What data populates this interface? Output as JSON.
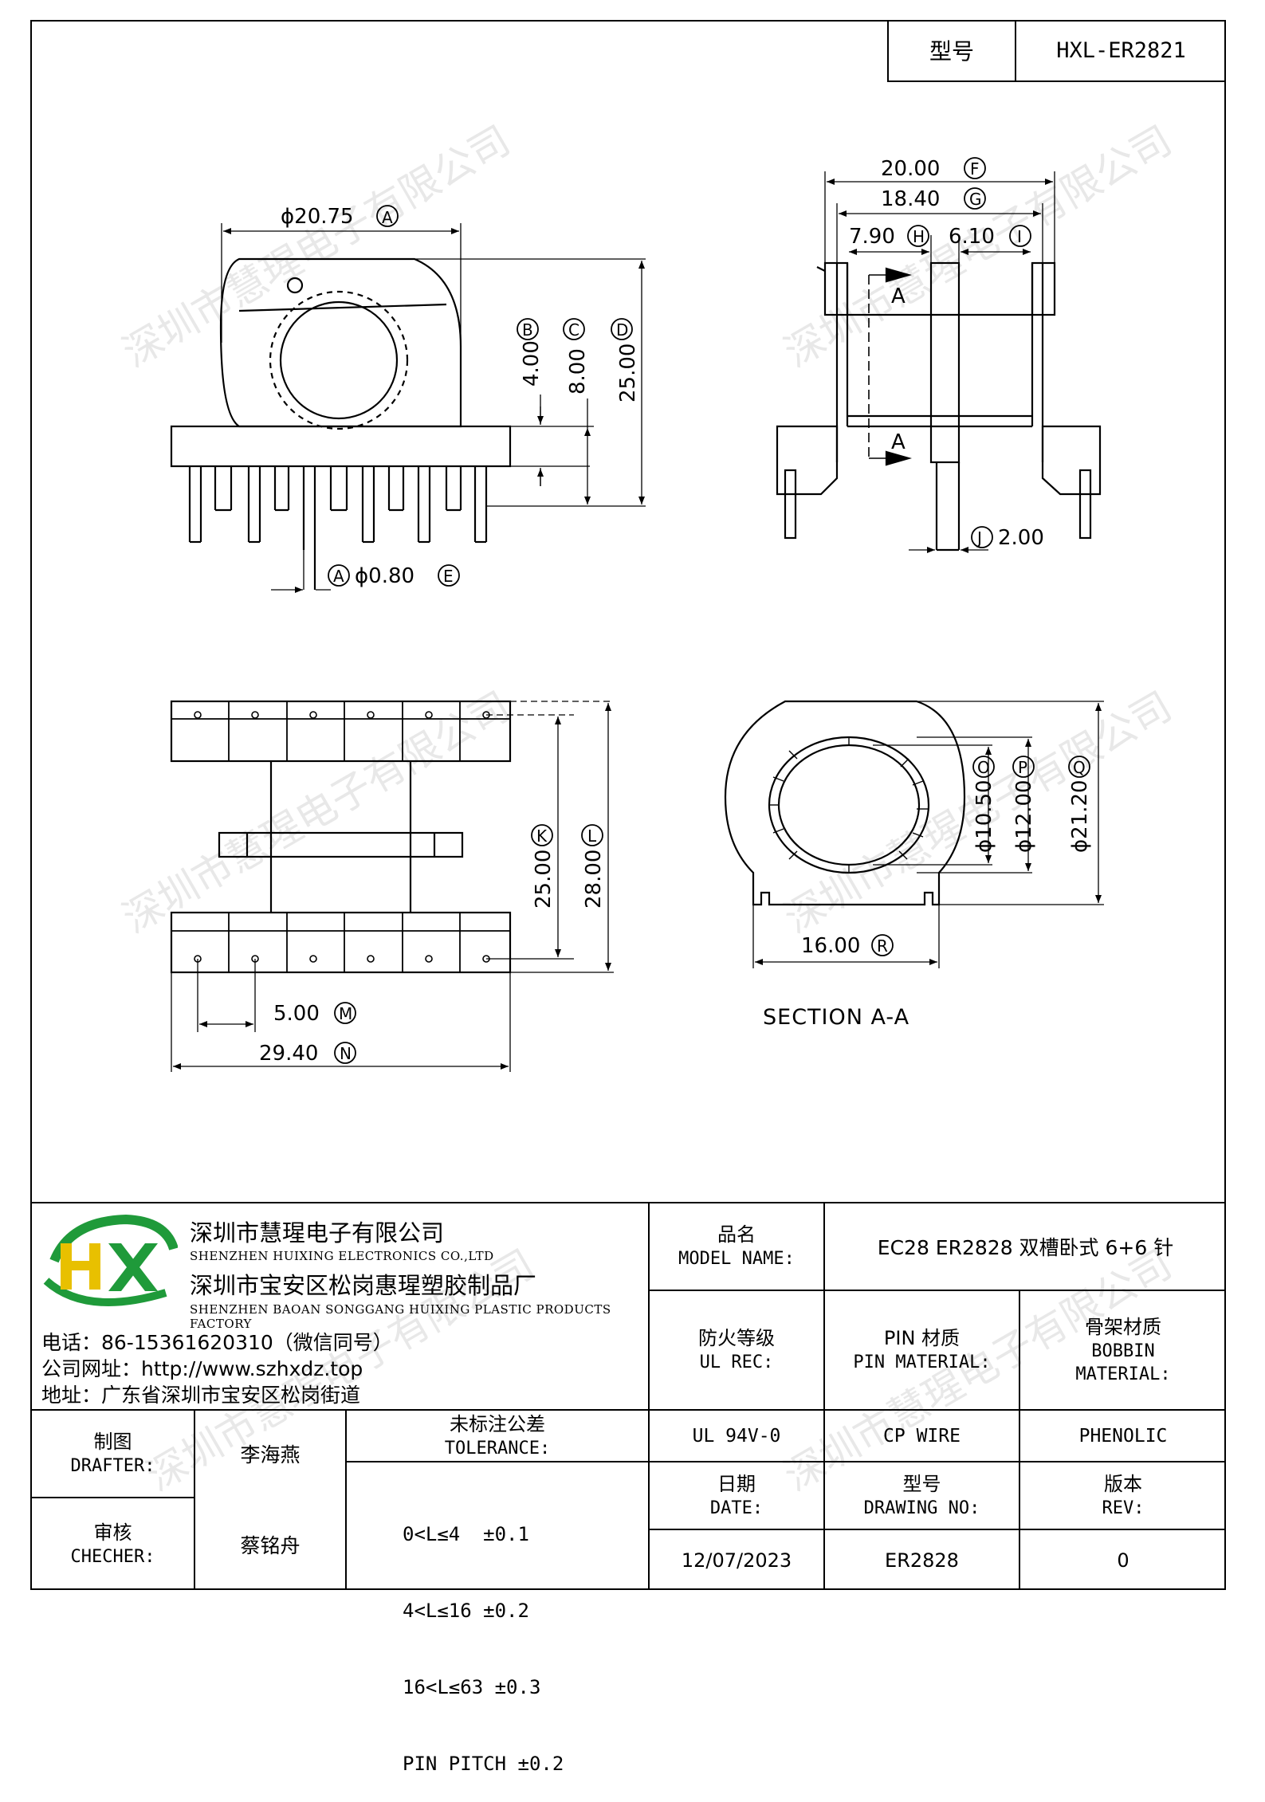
{
  "header": {
    "model_label": "型号",
    "model_value": "HXL-ER2821"
  },
  "drawing": {
    "front": {
      "A": "ϕ20.75",
      "B": "4.00",
      "C": "8.00",
      "D": "25.00",
      "E": "ϕ0.80",
      "A_ref": "A"
    },
    "side": {
      "F": "20.00",
      "G": "18.40",
      "H": "7.90",
      "I": "6.10",
      "J": "2.00",
      "section_mark": "A"
    },
    "bottom": {
      "K": "25.00",
      "L": "28.00",
      "M": "5.00",
      "N": "29.40"
    },
    "section": {
      "O": "ϕ10.50",
      "P": "ϕ12.00",
      "Q": "ϕ21.20",
      "R": "16.00",
      "title": "SECTION A-A"
    },
    "watermark": "深圳市慧瑆电子有限公司"
  },
  "company": {
    "logo_text": "HX",
    "name_cn": "深圳市慧瑆电子有限公司",
    "name_en": "SHENZHEN HUIXING ELECTRONICS CO.,LTD",
    "factory_cn": "深圳市宝安区松岗惠瑆塑胶制品厂",
    "factory_en": "SHENZHEN BAOAN SONGGANG HUIXING PLASTIC PRODUCTS FACTORY",
    "phone": "电话：86-15361620310（微信同号）",
    "website": "公司网址：http://www.szhxdz.top",
    "address": "地址：广东省深圳市宝安区松岗街道"
  },
  "title_block": {
    "model_name_label_cn": "品名",
    "model_name_label_en": "MODEL NAME:",
    "model_name_value": "EC28 ER2828 双槽卧式 6+6 针",
    "ul_label_cn": "防火等级",
    "ul_label_en": "UL REC:",
    "pin_label_cn": "PIN 材质",
    "pin_label_en": "PIN MATERIAL:",
    "bobbin_label_cn": "骨架材质",
    "bobbin_label_en1": "BOBBIN",
    "bobbin_label_en2": "MATERIAL:",
    "ul_value": "UL 94V-0",
    "pin_value": "CP WIRE",
    "bobbin_value": "PHENOLIC",
    "drafter_label_cn": "制图",
    "drafter_label_en": "DRAFTER:",
    "drafter_name": "李海燕",
    "checker_label_cn": "审核",
    "checker_label_en": "CHECHER:",
    "checker_name": "蔡铭舟",
    "tolerance_label_cn": "未标注公差",
    "tolerance_label_en": "TOLERANCE:",
    "tolerances": [
      "0<L≤4  ±0.1",
      "4<L≤16 ±0.2",
      "16<L≤63 ±0.3",
      "PIN PITCH ±0.2"
    ],
    "date_label_cn": "日期",
    "date_label_en": "DATE:",
    "drawing_no_label_cn": "型号",
    "drawing_no_label_en": "DRAWING NO:",
    "rev_label_cn": "版本",
    "rev_label_en": "REV:",
    "date_value": "12/07/2023",
    "drawing_no_value": "ER2828",
    "rev_value": "0"
  }
}
